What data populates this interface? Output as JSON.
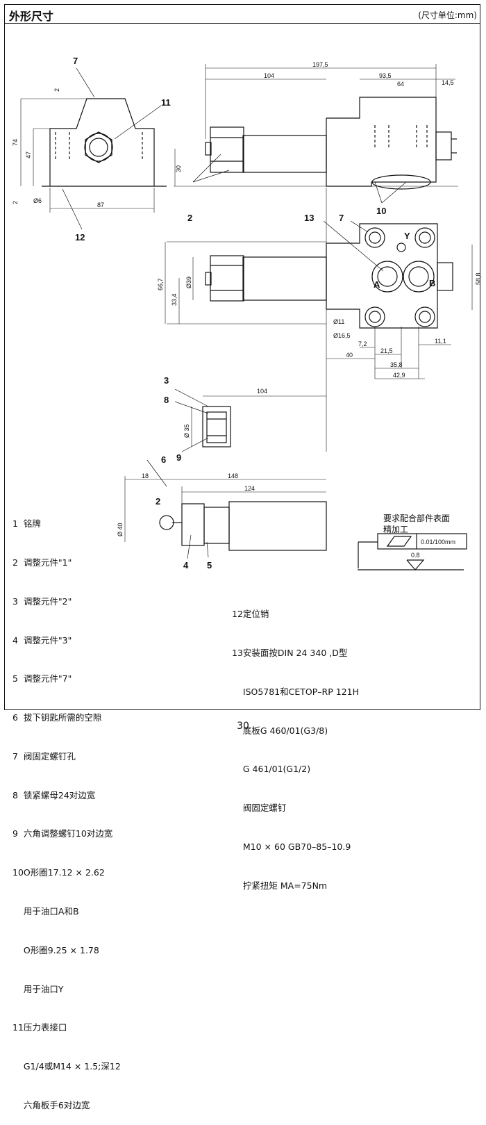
{
  "header": {
    "title": "外形尺寸",
    "unit_note": "(尺寸单位:mm)"
  },
  "dims": {
    "d74": "74",
    "d47": "47",
    "d2a": "2",
    "d2b": "2",
    "d6": "Ø6",
    "d87": "87",
    "d197": "197,5",
    "d104a": "104",
    "d93": "93,5",
    "d64": "64",
    "d14": "14,5",
    "d30": "30",
    "d66": "66,7",
    "d39": "Ø39",
    "d33": "33,4",
    "d58": "58,8",
    "d11": "Ø11",
    "d16": "Ø16,5",
    "d72": "7,2",
    "d215": "21,5",
    "d111": "11,1",
    "d40": "40",
    "d358": "35,8",
    "d429": "42,9",
    "d104b": "104",
    "d35": "Ø 35",
    "d18": "18",
    "d148": "148",
    "d124": "124",
    "d40b": "Ø 40",
    "portA": "A",
    "portB": "B",
    "portY": "Y"
  },
  "callouts": {
    "c7a": "7",
    "c11": "11",
    "c12": "12",
    "c2a": "2",
    "c10": "10",
    "c13": "13",
    "c7b": "7",
    "c3": "3",
    "c8": "8",
    "c9": "9",
    "c6": "6",
    "c2b": "2",
    "c4": "4",
    "c5": "5"
  },
  "surface": {
    "title_line1": "要求配合部件表面",
    "title_line2": "精加工",
    "flatness": "0.01/100mm",
    "roughness": "0.8"
  },
  "legend_left": [
    "1  铭牌",
    "2  调整元件\"1\"",
    "3  调整元件\"2\"",
    "4  调整元件\"3\"",
    "5  调整元件\"7\"",
    "6  拔下钥匙所需的空隙",
    "7  阀固定螺钉孔",
    "8  锁紧螺母24对边宽",
    "9  六角调整螺钉10对边宽",
    "10O形圈17.12 × 2.62",
    "    用于油口A和B",
    "    O形圈9.25 × 1.78",
    "    用于油口Y",
    "11压力表接口",
    "    G1/4或M14 × 1.5;深12",
    "    六角板手6对边宽"
  ],
  "legend_right": [
    "12定位销",
    "13安装面按DIN 24 340 ,D型",
    "    ISO5781和CETOP–RP 121H",
    "    底板G 460/01(G3/8)",
    "    G 461/01(G1/2)",
    "    阀固定螺钉",
    "    M10 × 60 GB70–85–10.9",
    "    拧紧扭矩 MA=75Nm"
  ],
  "page_number": "30"
}
